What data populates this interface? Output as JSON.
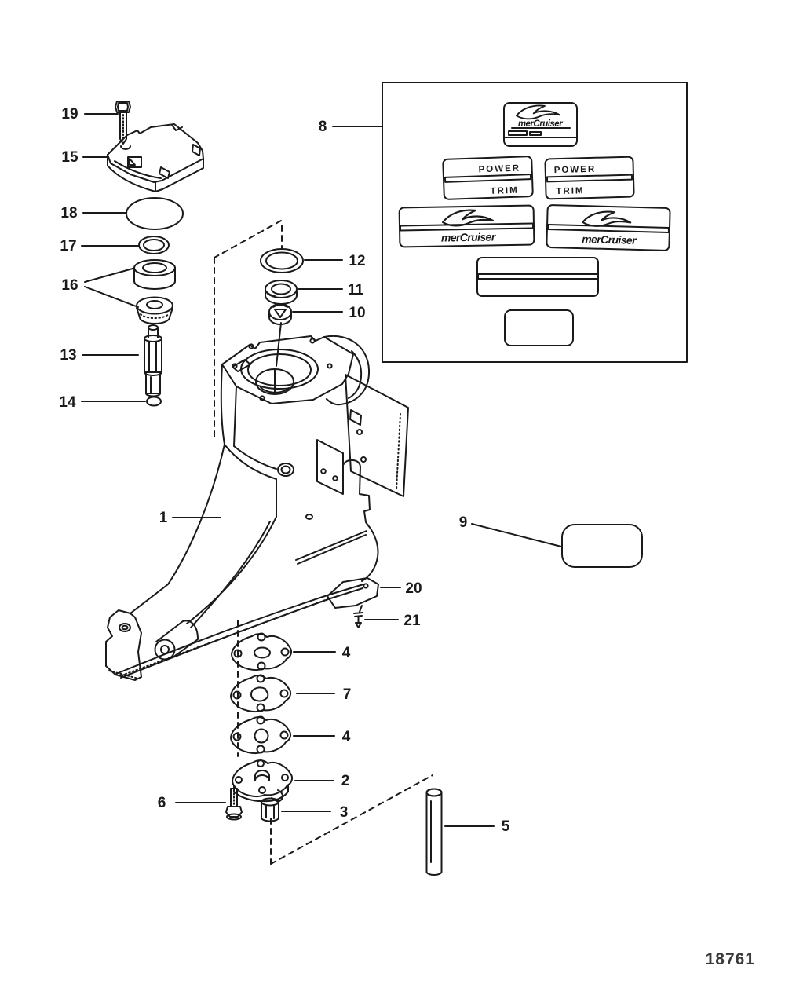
{
  "figure": {
    "number": "18761"
  },
  "decal_sheet": {
    "mercruiser_wordmark": "merCruiser",
    "power_label": "POWER",
    "trim_label": "TRIM"
  },
  "callouts": [
    {
      "label": "19"
    },
    {
      "label": "15"
    },
    {
      "label": "18"
    },
    {
      "label": "17"
    },
    {
      "label": "16"
    },
    {
      "label": "13"
    },
    {
      "label": "14"
    },
    {
      "label": "8"
    },
    {
      "label": "12"
    },
    {
      "label": "11"
    },
    {
      "label": "10"
    },
    {
      "label": "1"
    },
    {
      "label": "9"
    },
    {
      "label": "20"
    },
    {
      "label": "21"
    },
    {
      "label": "4"
    },
    {
      "label": "7"
    },
    {
      "label": "4"
    },
    {
      "label": "2"
    },
    {
      "label": "6"
    },
    {
      "label": "3"
    },
    {
      "label": "5"
    }
  ]
}
